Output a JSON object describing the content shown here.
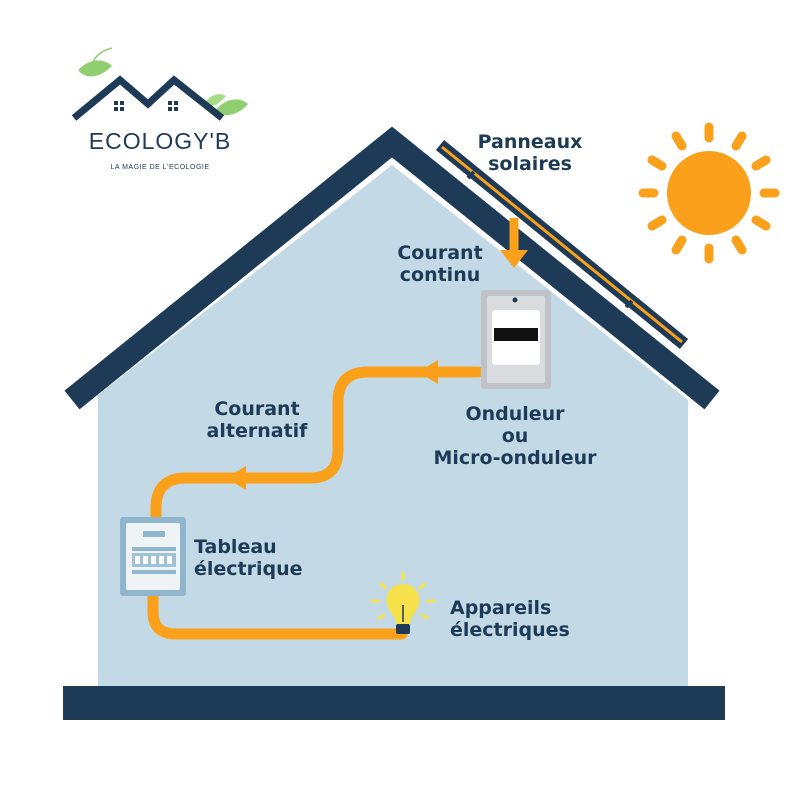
{
  "logo": {
    "name": "ECOLOGY'B",
    "tagline": "LA MAGIE DE L'ECOLOGIE"
  },
  "labels": {
    "panels": [
      "Panneaux",
      "solaires"
    ],
    "dc": [
      "Courant",
      "continu"
    ],
    "inverter": [
      "Onduleur",
      "ou",
      "Micro-onduleur"
    ],
    "ac": [
      "Courant",
      "alternatif"
    ],
    "board": [
      "Tableau",
      "électrique"
    ],
    "appliances": [
      "Appareils",
      "électriques"
    ]
  },
  "colors": {
    "navy": "#1d3a57",
    "wall": "#c3dae6",
    "orange": "#fba01a",
    "sun": "#fba01a",
    "bulb": "#f7e14a",
    "leaf": "#8fcf6f"
  },
  "icons": [
    "sun-icon",
    "solar-panel-icon",
    "inverter-icon",
    "electrical-panel-icon",
    "light-bulb-icon",
    "house-logo-icon"
  ]
}
